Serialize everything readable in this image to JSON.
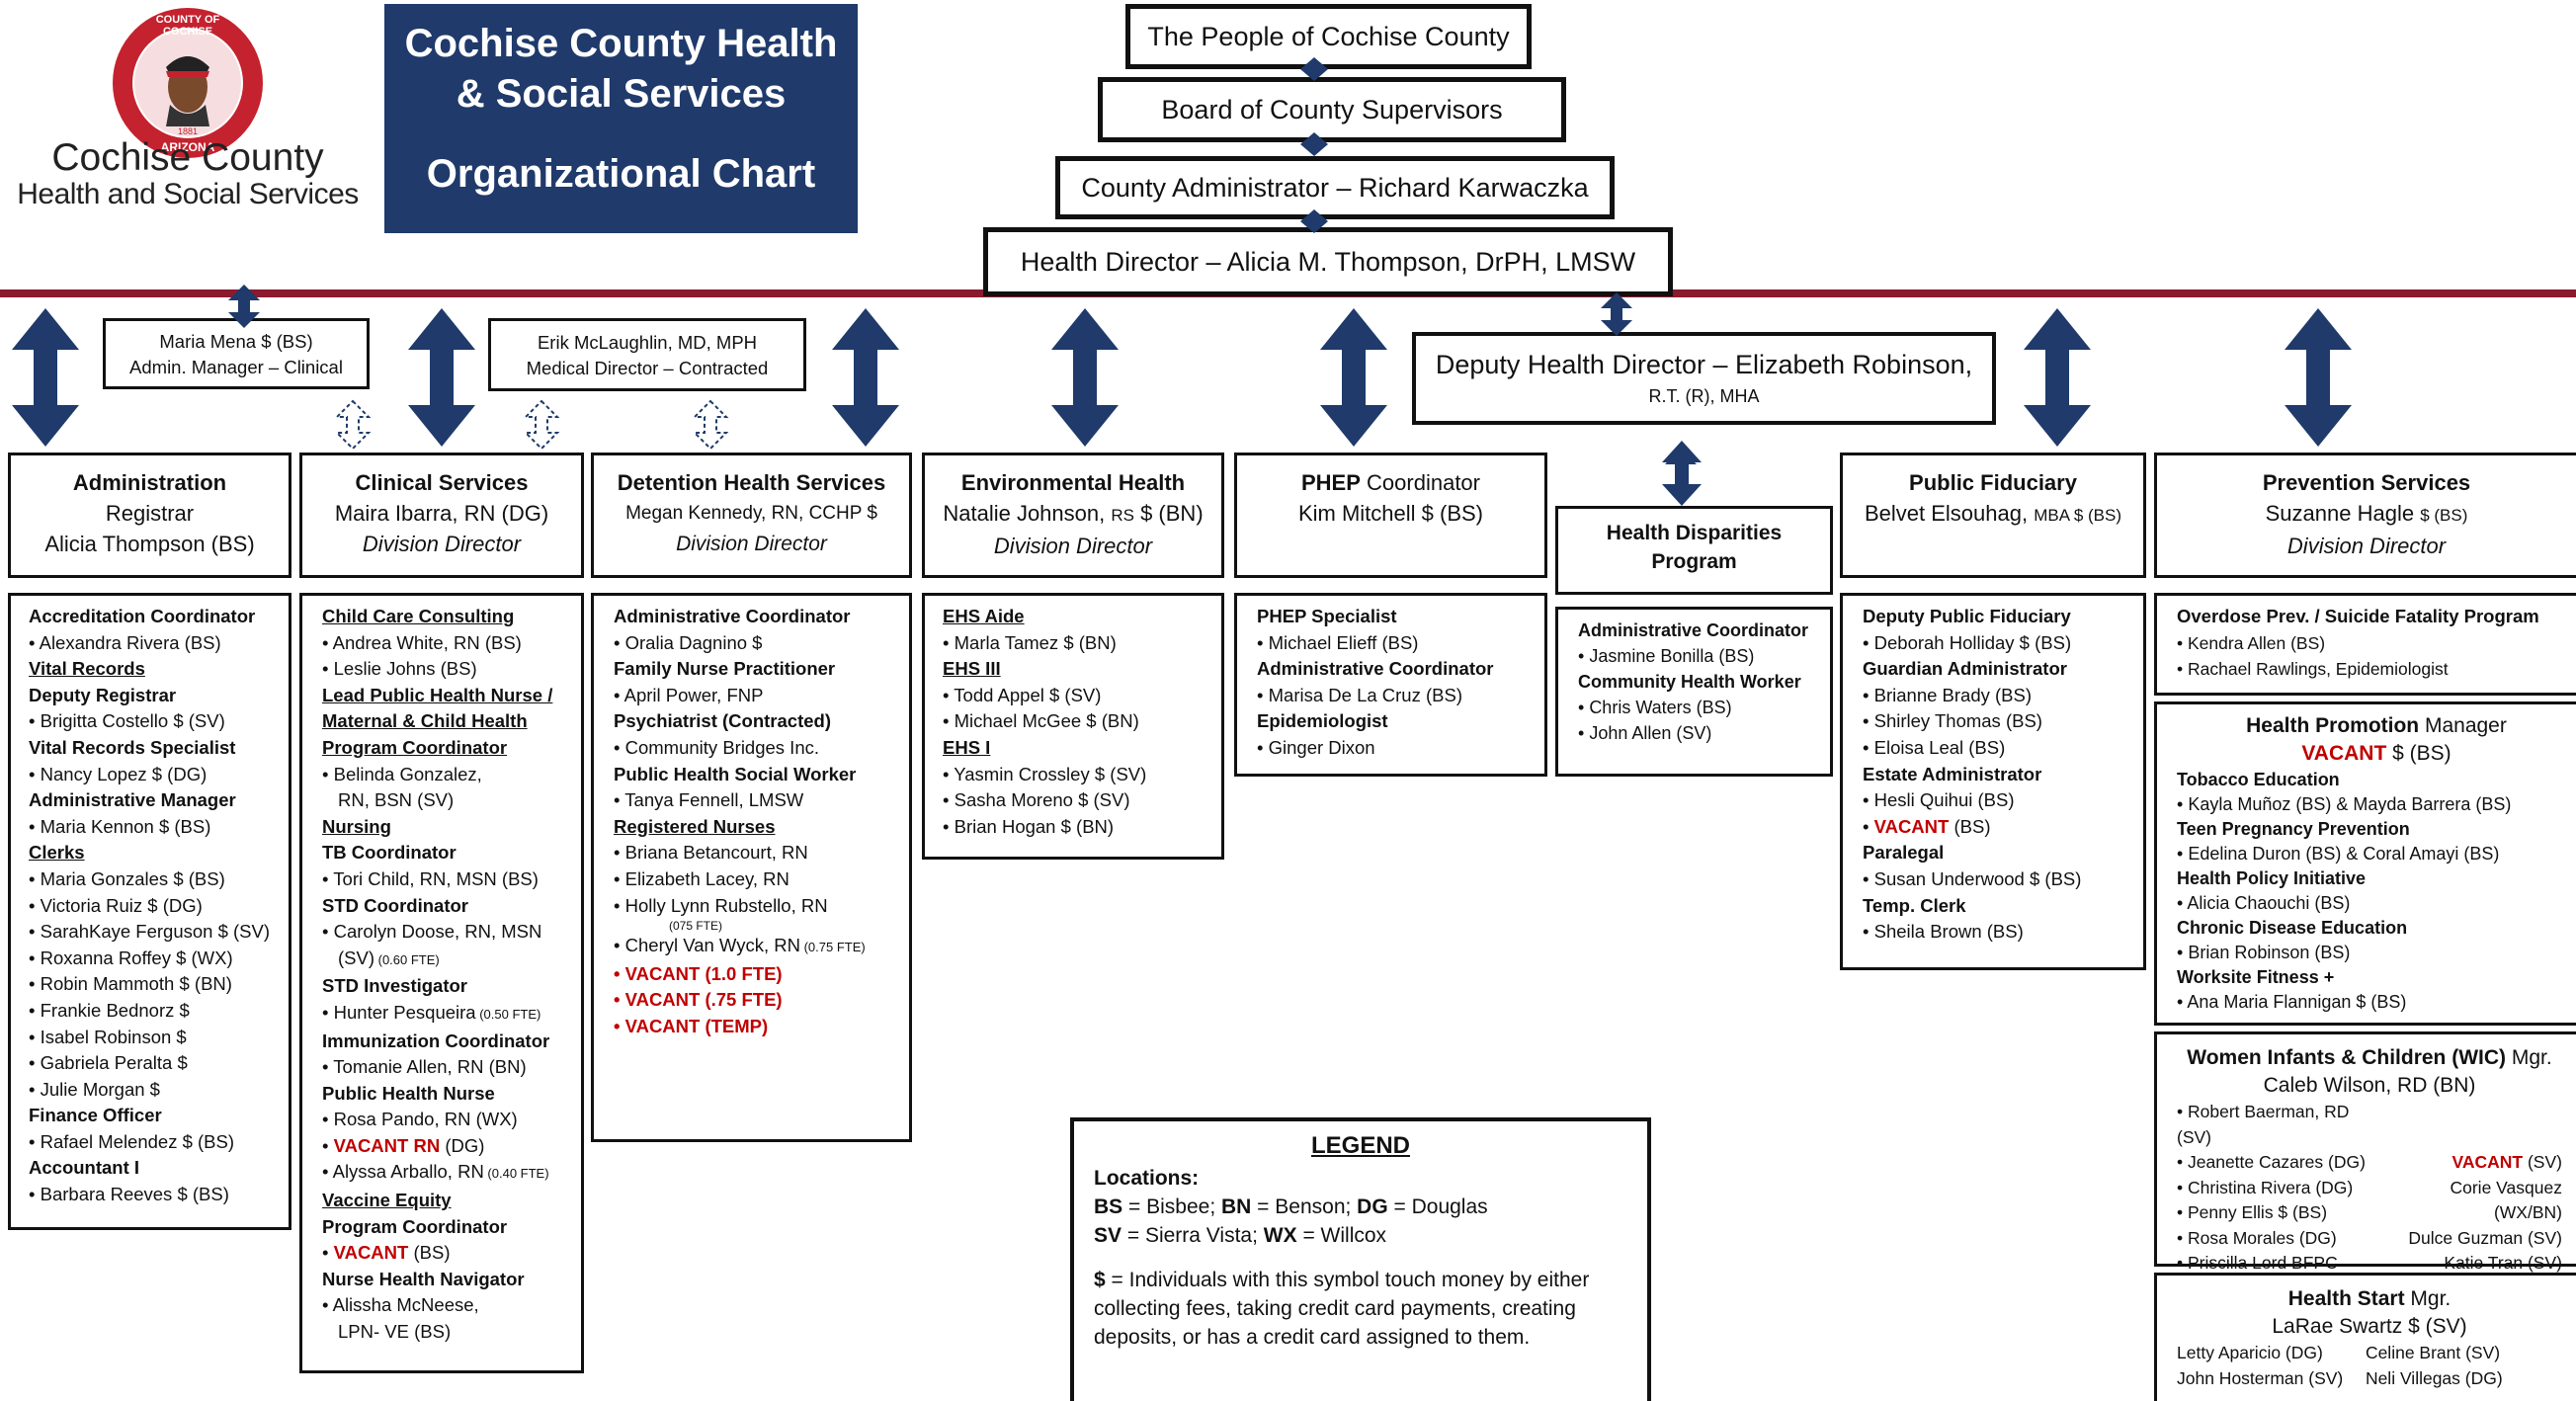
{
  "logo": {
    "seal_top": "COUNTY OF COCHISE",
    "seal_bottom": "ARIZONA",
    "seal_year": "1881",
    "line1": "Cochise County",
    "line2": "Health and Social Services"
  },
  "title": {
    "line1": "Cochise County Health",
    "line2": "& Social Services",
    "line3": "Organizational Chart"
  },
  "top": {
    "people": "The People of Cochise County",
    "board": "Board of County Supervisors",
    "admin": "County Administrator – Richard Karwaczka",
    "director": "Health Director – Alicia M. Thompson, DrPH, LMSW"
  },
  "staff": {
    "mena_line1": "Maria Mena $ (BS)",
    "mena_line2": "Admin. Manager – Clinical",
    "erik_line1": "Erik McLaughlin, MD, MPH",
    "erik_line2": "Medical Director – Contracted",
    "deputy_line1": "Deputy Health Director – Elizabeth Robinson,",
    "deputy_line2": "R.T. (R), MHA"
  },
  "depts": {
    "admin": {
      "title": "Administration",
      "line1": "Registrar",
      "line2": "Alicia Thompson (BS)"
    },
    "clinical": {
      "title": "Clinical Services",
      "line1": "Maira Ibarra, RN (DG)",
      "line2": "Division Director"
    },
    "detention": {
      "title": "Detention Health Services",
      "line1": "Megan Kennedy, RN, CCHP $",
      "line2": "Division Director"
    },
    "env": {
      "title": "Environmental Health",
      "line1a": "Natalie Johnson, ",
      "line1b": "RS",
      "line1c": " $ (BN)",
      "line2": "Division Director"
    },
    "phep": {
      "title_b": "PHEP",
      "title_rest": " Coordinator",
      "line1": "Kim Mitchell $ (BS)"
    },
    "disp": {
      "title": "Health Disparities Program"
    },
    "fid": {
      "title": "Public Fiduciary",
      "line1a": "Belvet Elsouhag, ",
      "line1b": "MBA $ (BS)"
    },
    "prev": {
      "title": "Prevention Services",
      "line1a": "Suzanne Hagle ",
      "line1b": "$ (BS)",
      "line2": "Division Director"
    }
  },
  "lists": {
    "admin": [
      {
        "t": "h",
        "v": "Accreditation Coordinator"
      },
      {
        "t": "i",
        "v": "Alexandra Rivera (BS)"
      },
      {
        "t": "u",
        "v": "Vital Records"
      },
      {
        "t": "h",
        "v": "Deputy Registrar"
      },
      {
        "t": "i",
        "v": "Brigitta Costello $ (SV)"
      },
      {
        "t": "h",
        "v": "Vital Records Specialist"
      },
      {
        "t": "i",
        "v": "  Nancy Lopez $ (DG)"
      },
      {
        "t": "h",
        "v": "Administrative Manager"
      },
      {
        "t": "i",
        "v": "Maria Kennon $ (BS)"
      },
      {
        "t": "u",
        "v": "Clerks"
      },
      {
        "t": "i",
        "v": "Maria Gonzales $ (BS)"
      },
      {
        "t": "i",
        "v": "Victoria Ruiz $ (DG)"
      },
      {
        "t": "i",
        "v": "SarahKaye Ferguson $ (SV)"
      },
      {
        "t": "i",
        "v": "Roxanna Roffey $ (WX)"
      },
      {
        "t": "i",
        "v": "Robin Mammoth $ (BN)"
      },
      {
        "t": "i",
        "v": "Frankie Bednorz $"
      },
      {
        "t": "i",
        "v": "Isabel Robinson $"
      },
      {
        "t": "i",
        "v": "Gabriela Peralta $"
      },
      {
        "t": "i",
        "v": "Julie Morgan $"
      },
      {
        "t": "h",
        "v": "Finance Officer"
      },
      {
        "t": "i",
        "v": "Rafael Melendez $ (BS)"
      },
      {
        "t": "h",
        "v": "Accountant I"
      },
      {
        "t": "i",
        "v": "Barbara Reeves $ (BS)"
      }
    ],
    "clinical": [
      {
        "t": "u",
        "v": "Child Care Consulting"
      },
      {
        "t": "i",
        "v": "Andrea White, RN (BS)"
      },
      {
        "t": "i",
        "v": "Leslie Johns (BS)"
      },
      {
        "t": "u",
        "v": "Lead Public Health Nurse /"
      },
      {
        "t": "u",
        "v": "Maternal & Child Health"
      },
      {
        "t": "u",
        "v": "Program Coordinator"
      },
      {
        "t": "i",
        "v": "Belinda Gonzalez,"
      },
      {
        "t": "i2",
        "v": "RN, BSN (SV)"
      },
      {
        "t": "u",
        "v": "Nursing"
      },
      {
        "t": "h",
        "v": "TB Coordinator"
      },
      {
        "t": "i",
        "v": "Tori Child, RN, MSN (BS)"
      },
      {
        "t": "h",
        "v": "STD Coordinator"
      },
      {
        "t": "i",
        "v": "Carolyn Doose, RN, MSN"
      },
      {
        "t": "i2f",
        "v": "(SV)",
        "s": " (0.60 FTE)"
      },
      {
        "t": "h",
        "v": "STD Investigator"
      },
      {
        "t": "if",
        "v": "Hunter Pesqueira",
        "s": " (0.50 FTE)"
      },
      {
        "t": "h",
        "v": "Immunization Coordinator"
      },
      {
        "t": "i",
        "v": "Tomanie Allen, RN (BN)"
      },
      {
        "t": "h",
        "v": "Public Health Nurse"
      },
      {
        "t": "i",
        "v": "Rosa Pando, RN (WX)"
      },
      {
        "t": "ir",
        "v": "VACANT RN",
        "s": " (DG)"
      },
      {
        "t": "if",
        "v": "Alyssa Arballo, RN",
        "s": " (0.40 FTE)"
      },
      {
        "t": "u",
        "v": "Vaccine Equity"
      },
      {
        "t": "h",
        "v": "Program Coordinator"
      },
      {
        "t": "ir",
        "v": "VACANT",
        "s": " (BS)"
      },
      {
        "t": "h",
        "v": "Nurse Health Navigator"
      },
      {
        "t": "i",
        "v": "Alissha McNeese,"
      },
      {
        "t": "i2",
        "v": "LPN- VE (BS)"
      }
    ],
    "detention": [
      {
        "t": "h",
        "v": "Administrative Coordinator"
      },
      {
        "t": "i",
        "v": "Oralia Dagnino $"
      },
      {
        "t": "h",
        "v": "Family Nurse Practitioner"
      },
      {
        "t": "i",
        "v": "April Power, FNP"
      },
      {
        "t": "h",
        "v": "Psychiatrist (Contracted)"
      },
      {
        "t": "i",
        "v": "Community Bridges Inc."
      },
      {
        "t": "h",
        "v": "Public Health Social Worker"
      },
      {
        "t": "i",
        "v": "Tanya Fennell, LMSW"
      },
      {
        "t": "u",
        "v": "Registered Nurses"
      },
      {
        "t": "i",
        "v": "Briana Betancourt, RN"
      },
      {
        "t": "i",
        "v": "Elizabeth Lacey, RN"
      },
      {
        "t": "i",
        "v": "Holly Lynn Rubstello, RN"
      },
      {
        "t": "i3",
        "v": "(075 FTE)"
      },
      {
        "t": "if",
        "v": "Cheryl Van Wyck, RN",
        "s": " (0.75 FTE)"
      },
      {
        "t": "irb",
        "v": "VACANT (1.0 FTE)"
      },
      {
        "t": "irb",
        "v": "VACANT (.75 FTE)"
      },
      {
        "t": "irb",
        "v": "VACANT (TEMP)"
      }
    ],
    "env": [
      {
        "t": "u",
        "v": "EHS Aide"
      },
      {
        "t": "i",
        "v": "Marla Tamez $ (BN)"
      },
      {
        "t": "u",
        "v": "EHS III"
      },
      {
        "t": "i",
        "v": "Todd Appel $ (SV)"
      },
      {
        "t": "i",
        "v": "Michael McGee $ (BN)"
      },
      {
        "t": "u",
        "v": "EHS I"
      },
      {
        "t": "i",
        "v": "Yasmin Crossley $ (SV)"
      },
      {
        "t": "i",
        "v": "Sasha Moreno $ (SV)"
      },
      {
        "t": "i",
        "v": "Brian Hogan $ (BN)"
      }
    ],
    "phep": [
      {
        "t": "h",
        "v": "PHEP Specialist"
      },
      {
        "t": "i",
        "v": "Michael Elieff (BS)"
      },
      {
        "t": "h",
        "v": "Administrative Coordinator"
      },
      {
        "t": "i",
        "v": "Marisa De La Cruz (BS)"
      },
      {
        "t": "h",
        "v": "Epidemiologist"
      },
      {
        "t": "i",
        "v": "Ginger Dixon"
      }
    ],
    "disp": [
      {
        "t": "h",
        "v": "Administrative Coordinator"
      },
      {
        "t": "i",
        "v": "Jasmine Bonilla (BS)"
      },
      {
        "t": "h",
        "v": "Community Health Worker"
      },
      {
        "t": "i",
        "v": "Chris Waters (BS)"
      },
      {
        "t": "i",
        "v": "John Allen (SV)"
      }
    ],
    "fid": [
      {
        "t": "h",
        "v": "Deputy Public Fiduciary"
      },
      {
        "t": "i",
        "v": "Deborah Holliday $ (BS)"
      },
      {
        "t": "h",
        "v": "Guardian Administrator"
      },
      {
        "t": "i",
        "v": "Brianne Brady (BS)"
      },
      {
        "t": "i",
        "v": "Shirley Thomas (BS)"
      },
      {
        "t": "i",
        "v": "Eloisa Leal (BS)"
      },
      {
        "t": "h",
        "v": "Estate Administrator"
      },
      {
        "t": "i",
        "v": "Hesli Quihui (BS)"
      },
      {
        "t": "ir",
        "v": "VACANT",
        "s": " (BS)"
      },
      {
        "t": "h",
        "v": "Paralegal"
      },
      {
        "t": "i",
        "v": "Susan Underwood $ (BS)"
      },
      {
        "t": "h",
        "v": "Temp. Clerk"
      },
      {
        "t": "i",
        "v": "Sheila Brown (BS)"
      }
    ]
  },
  "prev_boxes": {
    "overdose": {
      "title": "Overdose Prev. / Suicide Fatality Program",
      "items": [
        "Kendra Allen (BS)",
        "Rachael Rawlings, Epidemiologist"
      ]
    },
    "promo": {
      "title_b": "Health Promotion",
      "title_rest": " Manager",
      "vacant": "VACANT",
      "vacant_rest": " $ (BS)",
      "rows": [
        {
          "t": "h",
          "v": "Tobacco Education"
        },
        {
          "t": "i",
          "v": "Kayla Muñoz (BS) & Mayda Barrera (BS)"
        },
        {
          "t": "h",
          "v": "Teen Pregnancy Prevention"
        },
        {
          "t": "i",
          "v": "Edelina Duron (BS) & Coral Amayi (BS)"
        },
        {
          "t": "h",
          "v": "Health Policy Initiative"
        },
        {
          "t": "i",
          "v": "Alicia Chaouchi (BS)"
        },
        {
          "t": "h",
          "v": "Chronic Disease Education"
        },
        {
          "t": "i",
          "v": "Brian Robinson (BS)"
        },
        {
          "t": "h",
          "v": "Worksite Fitness +"
        },
        {
          "t": "i",
          "v": "Ana Maria Flannigan $ (BS)"
        }
      ]
    },
    "wic": {
      "title_b": "Women Infants & Children (WIC)",
      "title_rest": " Mgr.",
      "line2": "Caleb Wilson, RD (BN)",
      "left": [
        "Robert Baerman, RD (SV)",
        "Jeanette Cazares (DG)",
        "Christina Rivera (DG)",
        "Penny Ellis $ (BS)",
        "Rosa Morales (DG)",
        "Priscilla Lord BFPC (DG)"
      ],
      "right": [
        "",
        "",
        "VACANT",
        "Corie Vasquez (WX/BN)",
        "Dulce Guzman (SV)",
        "Katie Tran (SV)"
      ],
      "right_vacant_rest": " (SV)"
    },
    "hstart": {
      "title_b": "Health Start",
      "title_rest": " Mgr.",
      "line2": "LaRae Swartz $ (SV)",
      "left": [
        "Letty Aparicio (DG)",
        "John Hosterman (SV)"
      ],
      "right": [
        "Celine Brant (SV)",
        "Neli Villegas (DG)"
      ]
    }
  },
  "legend": {
    "title": "LEGEND",
    "locations_label": "Locations:",
    "loc1_bs": "BS",
    "loc1_bs_v": " = Bisbee; ",
    "loc1_bn": "BN",
    "loc1_bn_v": " = Benson; ",
    "loc1_dg": "DG",
    "loc1_dg_v": " = Douglas",
    "loc2_sv": "SV",
    "loc2_sv_v": " = Sierra Vista; ",
    "loc2_wx": "WX",
    "loc2_wx_v": " = Willcox",
    "dollar": "$",
    "dollar_text": " = Individuals with this symbol touch money by either collecting fees, taking credit card payments, creating deposits, or has a credit card assigned to them."
  },
  "colors": {
    "navy": "#1f3a6b",
    "maroon": "#8b1a2e",
    "red": "#c00000"
  }
}
